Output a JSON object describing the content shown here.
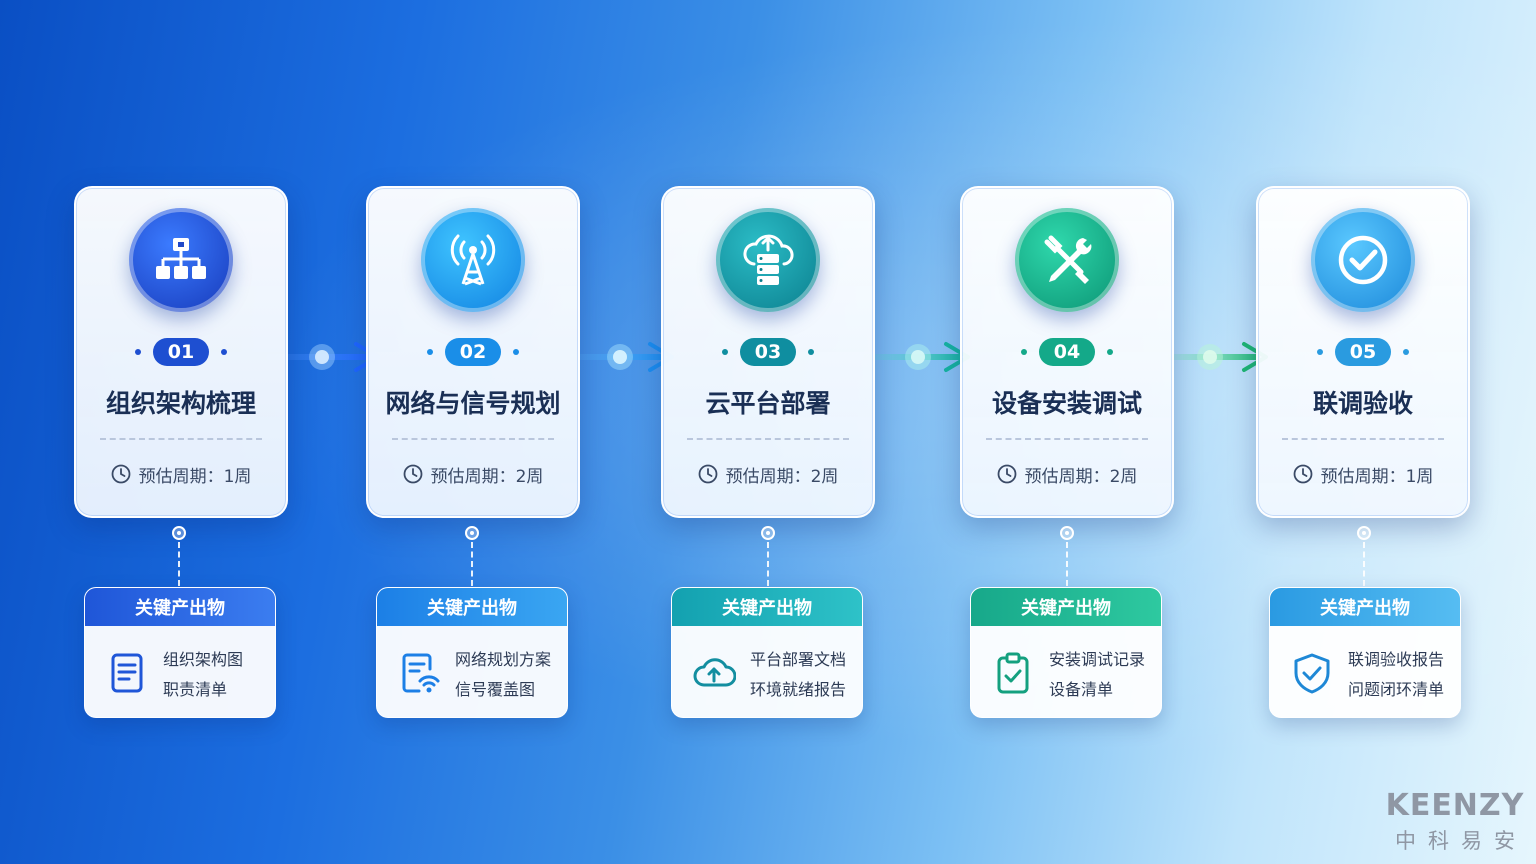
{
  "steps": [
    {
      "number": "01",
      "title": "组织架构梳理",
      "duration": "预估周期：1周",
      "icon": "org-chart-icon",
      "color": "#1e4fd1"
    },
    {
      "number": "02",
      "title": "网络与信号规划",
      "duration": "预估周期：2周",
      "icon": "signal-tower-icon",
      "color": "#1a8ee8"
    },
    {
      "number": "03",
      "title": "云平台部署",
      "duration": "预估周期：2周",
      "icon": "cloud-server-icon",
      "color": "#0f8ea0"
    },
    {
      "number": "04",
      "title": "设备安装调试",
      "duration": "预估周期：2周",
      "icon": "tools-icon",
      "color": "#14a989"
    },
    {
      "number": "05",
      "title": "联调验收",
      "duration": "预估周期：1周",
      "icon": "check-circle-icon",
      "color": "#2a9be0"
    }
  ],
  "deliverables": [
    {
      "header": "关键产出物",
      "line1": "组织架构图",
      "line2": "职责清单",
      "icon": "document-icon"
    },
    {
      "header": "关键产出物",
      "line1": "网络规划方案",
      "line2": "信号覆盖图",
      "icon": "wifi-doc-icon"
    },
    {
      "header": "关键产出物",
      "line1": "平台部署文档",
      "line2": "环境就绪报告",
      "icon": "cloud-upload-icon"
    },
    {
      "header": "关键产出物",
      "line1": "安装调试记录",
      "line2": "设备清单",
      "icon": "clipboard-check-icon"
    },
    {
      "header": "关键产出物",
      "line1": "联调验收报告",
      "line2": "问题闭环清单",
      "icon": "shield-check-icon"
    }
  ],
  "brand": {
    "en": "KEENZY",
    "cn": "中科易安"
  }
}
